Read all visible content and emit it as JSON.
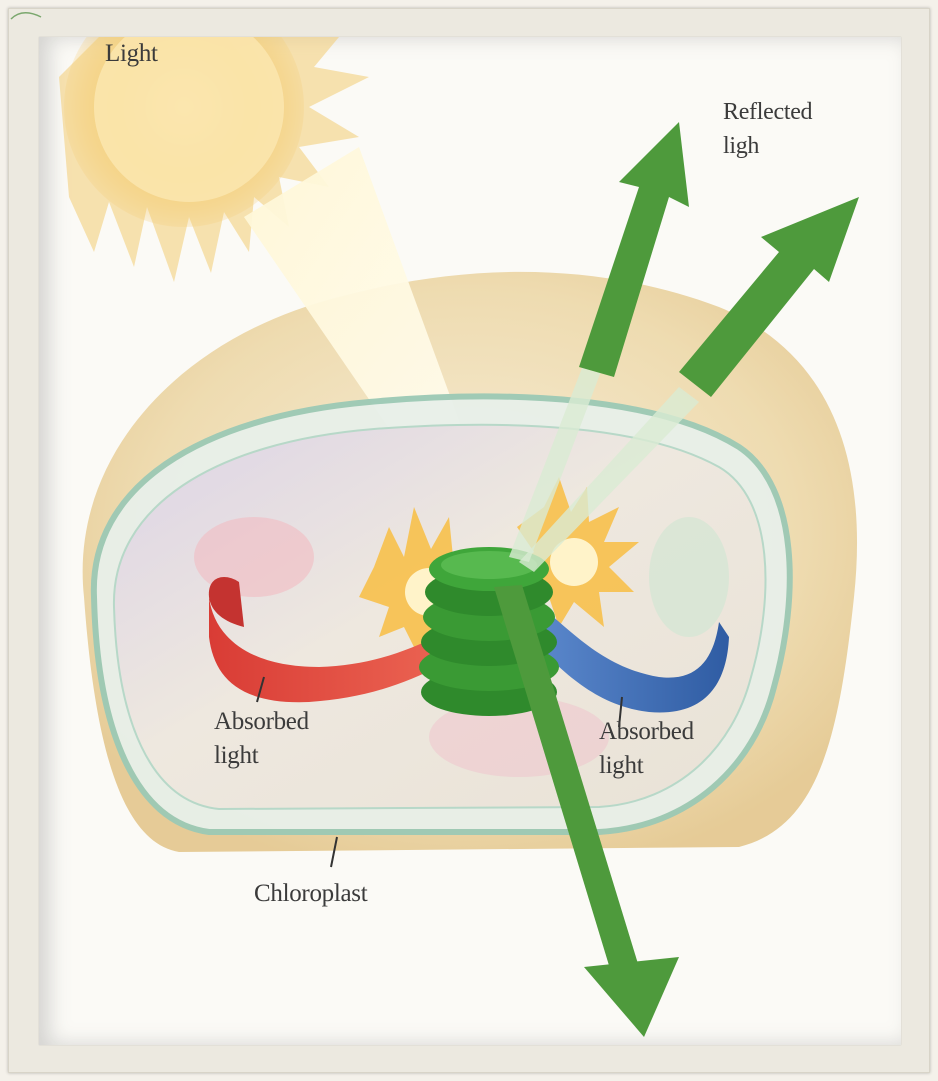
{
  "labels": {
    "light": "Light",
    "reflected_light": "Reflected\nligh",
    "absorbed_light_left": "Absorbed\nlight",
    "absorbed_light_right": "Absorbed\nlight",
    "chloroplast": "Chloroplast"
  },
  "colors": {
    "background": "#fbfaf6",
    "leaf_cell": "#e9d29d",
    "sun": "#f3c25a",
    "green_arrow": "#4e9a3c",
    "red_band": "#e2473c",
    "blue_band": "#3d6db4",
    "grana": "#2f8a2c"
  }
}
